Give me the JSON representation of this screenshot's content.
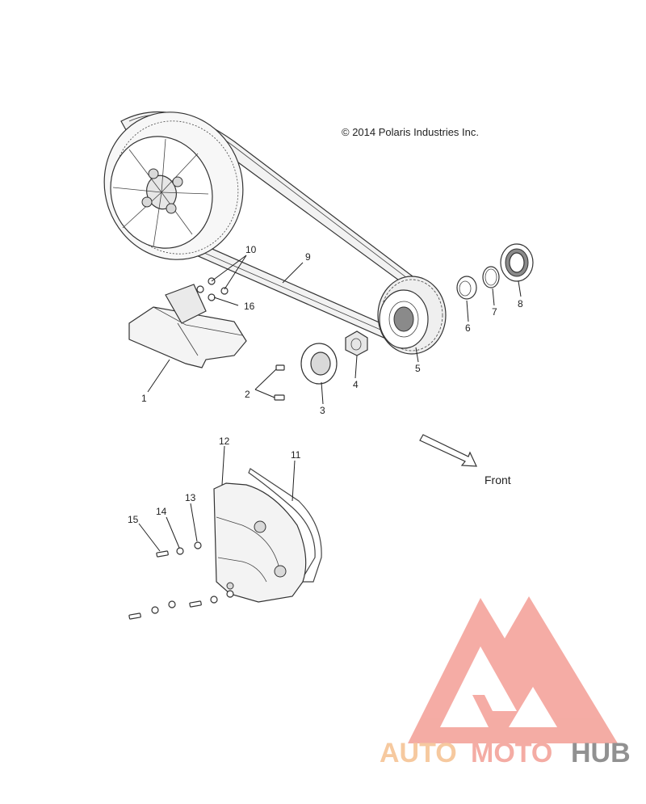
{
  "copyright": "© 2014 Polaris Industries Inc.",
  "front_label": "Front",
  "callouts": [
    "1",
    "2",
    "3",
    "4",
    "5",
    "6",
    "7",
    "8",
    "9",
    "10",
    "11",
    "12",
    "13",
    "14",
    "15",
    "16"
  ],
  "watermark": {
    "part1": "AUTO",
    "part2": "MOTO",
    "part3": "HUB",
    "color_primary": "#f4a8a0",
    "color_secondary": "#f6c79a",
    "color_tertiary": "#8c8c8c"
  }
}
